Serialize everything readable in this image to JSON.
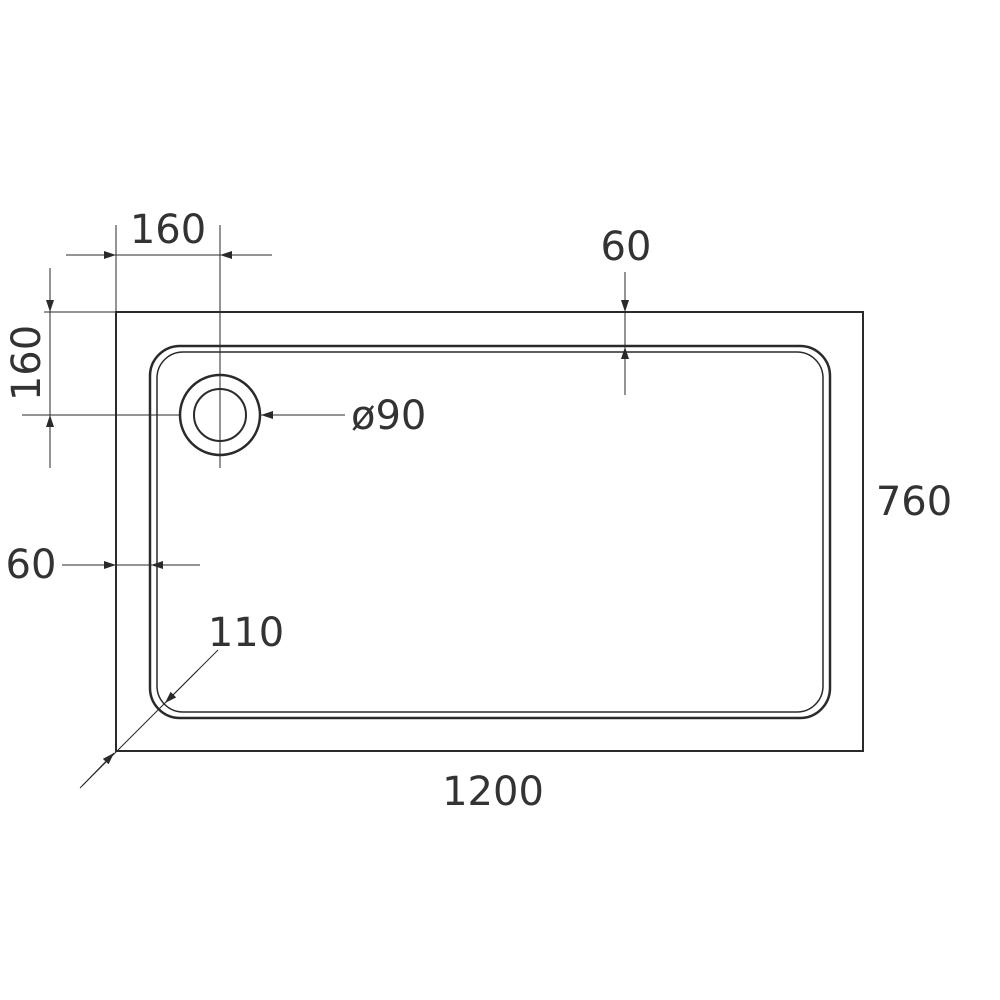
{
  "drawing": {
    "colors": {
      "line": "#2a2a2a",
      "text": "#333333",
      "background": "#ffffff"
    },
    "dimensions": {
      "waste_offset_x": "160",
      "waste_offset_y": "160",
      "top_rim": "60",
      "waste_diameter": "ø90",
      "depth": "760",
      "side_rim": "60",
      "corner_radius": "110",
      "length": "1200"
    }
  }
}
